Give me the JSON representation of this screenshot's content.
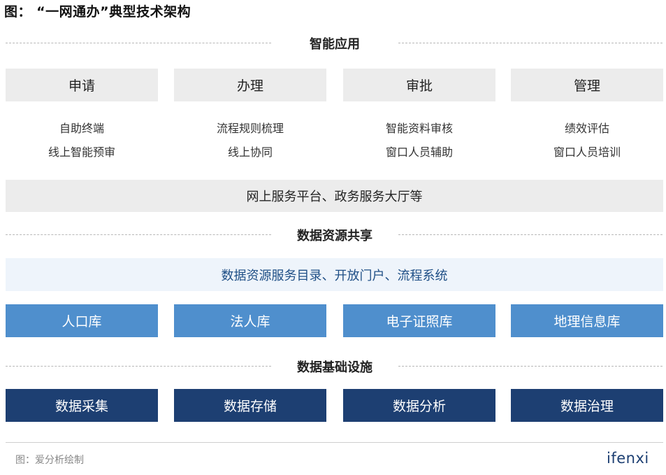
{
  "title": "图：  “一网通办”典型技术架构",
  "sections": {
    "smart_apps": "智能应用",
    "data_sharing": "数据资源共享",
    "infrastructure": "数据基础设施"
  },
  "apps": [
    {
      "label": "申请",
      "line1": "自助终端",
      "line2": "线上智能预审"
    },
    {
      "label": "办理",
      "line1": "流程规则梳理",
      "line2": "线上协同"
    },
    {
      "label": "审批",
      "line1": "智能资料审核",
      "line2": "窗口人员辅助"
    },
    {
      "label": "管理",
      "line1": "绩效评估",
      "line2": "窗口人员培训"
    }
  ],
  "platform_bar": "网上服务平台、政务服务大厅等",
  "catalog_bar": "数据资源服务目录、开放门户、流程系统",
  "databases": [
    "人口库",
    "法人库",
    "电子证照库",
    "地理信息库"
  ],
  "infra_items": [
    "数据采集",
    "数据存储",
    "数据分析",
    "数据治理"
  ],
  "footer": {
    "source": "图：爱分析绘制",
    "logo": "ifenxi"
  },
  "colors": {
    "gray_box": "#ececec",
    "light_bar": "#eef4fb",
    "database_blue": "#4f8fcd",
    "infra_navy": "#1d3f72"
  }
}
